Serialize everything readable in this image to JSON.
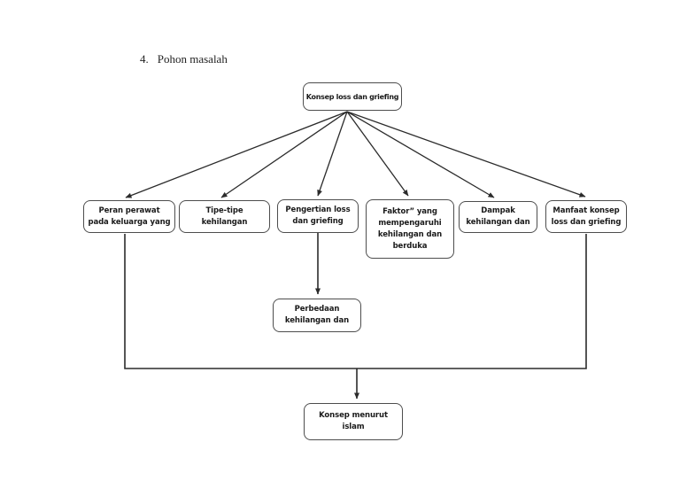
{
  "page": {
    "heading_number": "4.",
    "heading_text": "Pohon masalah"
  },
  "diagram": {
    "title": "Pohon masalah",
    "root": {
      "label": "Konsep loss dan griefing"
    },
    "level1": [
      {
        "id": "peran-perawat",
        "line1": "Peran perawat",
        "line2": "pada keluarga yang"
      },
      {
        "id": "tipe-tipe",
        "line1": "Tipe-tipe",
        "line2": "kehilangan"
      },
      {
        "id": "pengertian-loss",
        "line1": "Pengertian loss",
        "line2": "dan griefing"
      },
      {
        "id": "faktor-yang-mempengaruhi",
        "line1": "Faktor” yang",
        "line2": "mempengaruhi",
        "line3": "kehilangan dan",
        "line4": "berduka"
      },
      {
        "id": "dampak-kehilangan",
        "line1": "Dampak",
        "line2": "kehilangan dan"
      },
      {
        "id": "manfaat-konsep",
        "line1": "Manfaat konsep",
        "line2": "loss dan griefing"
      }
    ],
    "level2": {
      "id": "perbedaan-kehilangan",
      "line1": "Perbedaan",
      "line2": "kehilangan dan"
    },
    "bottom": {
      "id": "konsep-menurut-islam",
      "line1": "Konsep menurut",
      "line2": "islam"
    },
    "colors": {
      "background": "#ffffff",
      "line": "#2b2b2b",
      "box_border": "#4d4d4d",
      "text": "#1a1a1a"
    }
  }
}
